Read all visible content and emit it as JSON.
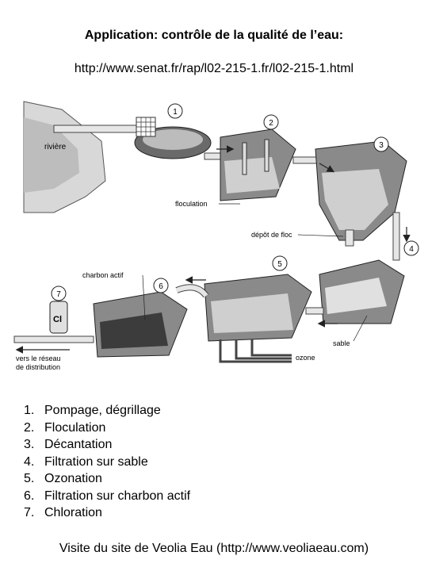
{
  "title": "Application: contrôle de la qualité de l’eau:",
  "url": "http://www.senat.fr/rap/l02-215-1.fr/l02-215-1.html",
  "diagram": {
    "labels": {
      "riviere": "rivière",
      "floculation": "floculation",
      "depot_floc": "dépôt de floc",
      "charbon_actif": "charbon actif",
      "sable": "sable",
      "ozone": "ozone",
      "reseau_line1": "vers le réseau",
      "reseau_line2": "de distribution",
      "chlore": "Cl"
    },
    "step_markers": [
      "1",
      "2",
      "3",
      "4",
      "5",
      "6",
      "7"
    ]
  },
  "steps": [
    {
      "num": "1.",
      "label": "Pompage, dégrillage"
    },
    {
      "num": "2.",
      "label": "Floculation"
    },
    {
      "num": "3.",
      "label": "Décantation"
    },
    {
      "num": "4.",
      "label": "Filtration sur sable"
    },
    {
      "num": "5.",
      "label": "Ozonation"
    },
    {
      "num": "6.",
      "label": "Filtration sur charbon actif"
    },
    {
      "num": "7.",
      "label": "Chloration"
    }
  ],
  "footer": "Visite du site de Veolia Eau (http://www.veoliaeau.com)"
}
